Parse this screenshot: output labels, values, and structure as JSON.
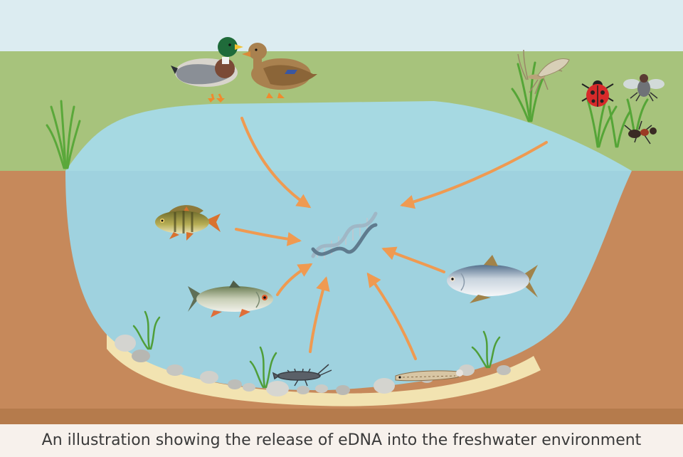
{
  "caption": "An illustration showing the release of eDNA into the freshwater environment",
  "colors": {
    "sky": "#dcecf1",
    "grass": "#a7c37c",
    "soil": "#c6895b",
    "soil_dark": "#b07848",
    "water_surface": "#a6d9e2",
    "water": "#9fd2df",
    "sand": "#f2e3b1",
    "arrow": "#ef9a51",
    "dna_a": "#9fb7c6",
    "dna_b": "#5f7b8e"
  },
  "organisms": [
    "mallard-drake",
    "mallard-hen",
    "mayfly",
    "ladybird",
    "fly",
    "ant",
    "perch",
    "roach",
    "bream",
    "caddisfly-larva",
    "fish-larva"
  ]
}
